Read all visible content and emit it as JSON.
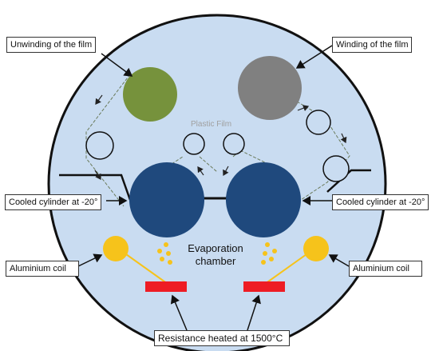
{
  "labels": {
    "unwinding": "Unwinding of the film",
    "winding": "Winding of the film",
    "plastic_film": "Plastic Film",
    "cooled_left": "Cooled cylinder at -20°",
    "cooled_right": "Cooled cylinder at -20°",
    "evaporation_line1": "Evaporation",
    "evaporation_line2": "chamber",
    "aluminium_left": "Aluminium coil",
    "aluminium_right": "Aluminium coil",
    "resistance": "Resistance heated at 1500°C"
  },
  "colors": {
    "chamber_fill": "#c9dcf1",
    "unwind_roll": "#76923c",
    "wind_roll": "#808080",
    "cooled_cylinder": "#1f497d",
    "aluminium": "#f6c31b",
    "heater": "#ee1c24",
    "film_line": "#6a7a5a",
    "plastic_film_text": "#a0a0a0"
  }
}
